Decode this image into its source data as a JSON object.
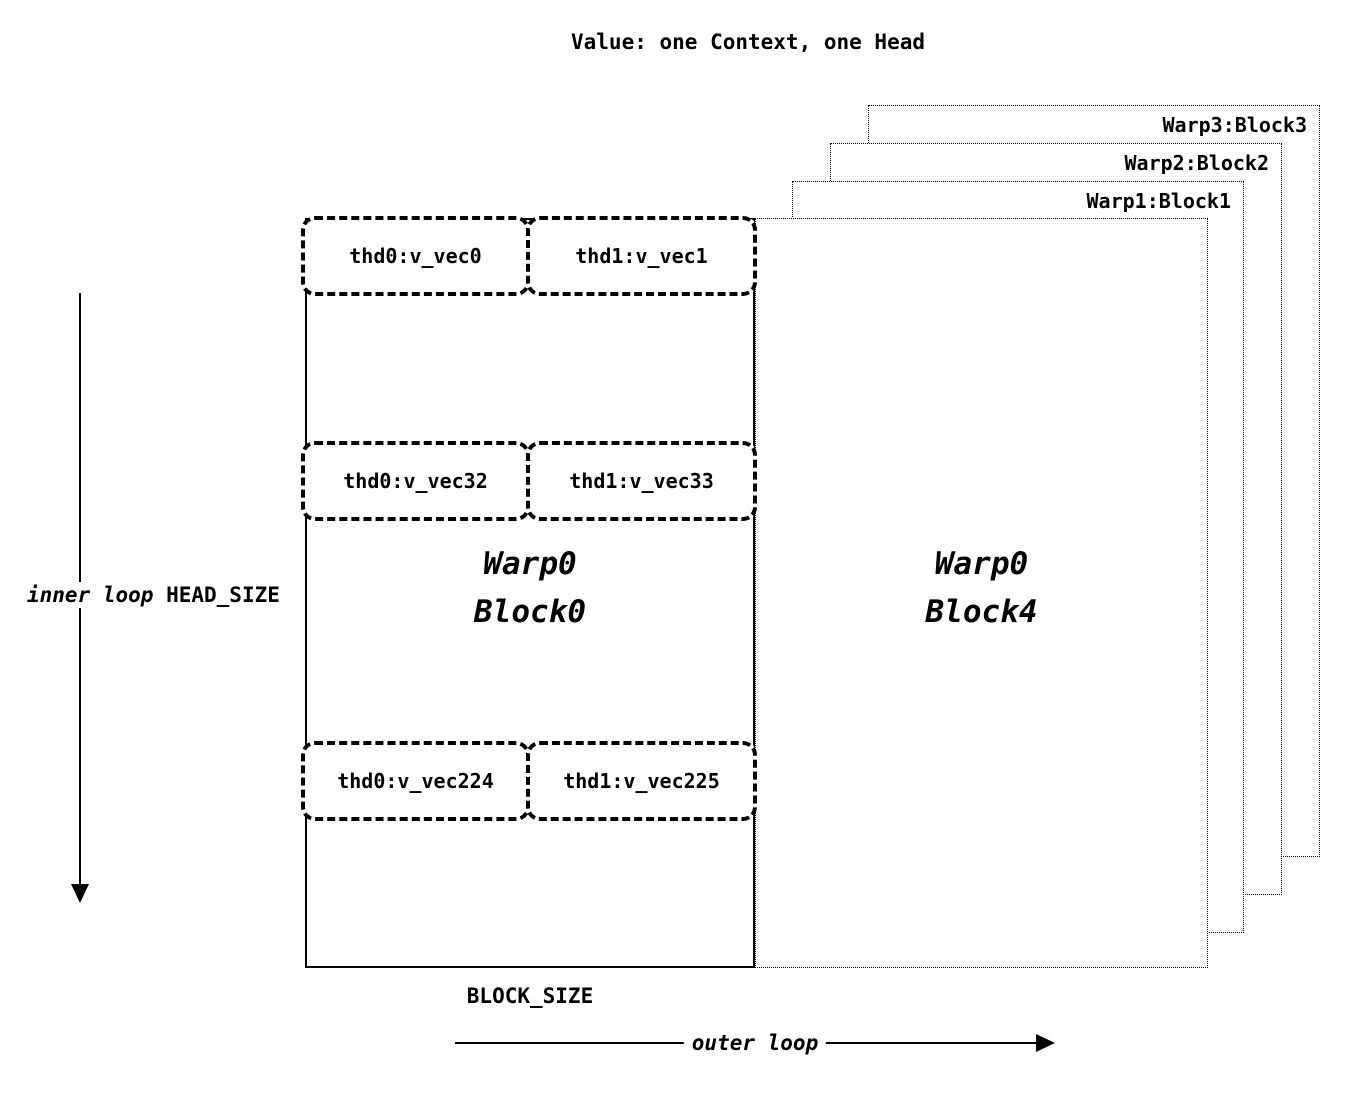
{
  "title": "Value: one Context, one Head",
  "back_blocks": [
    {
      "label": "Warp3:Block3"
    },
    {
      "label": "Warp2:Block2"
    },
    {
      "label": "Warp1:Block1"
    }
  ],
  "front_block": {
    "line1": "Warp0",
    "line2": "Block4"
  },
  "main_block": {
    "line1": "Warp0",
    "line2": "Block0"
  },
  "vec_rows": [
    {
      "left": "thd0:v_vec0",
      "right": "thd1:v_vec1"
    },
    {
      "left": "thd0:v_vec32",
      "right": "thd1:v_vec33"
    },
    {
      "left": "thd0:v_vec224",
      "right": "thd1:v_vec225"
    }
  ],
  "labels": {
    "inner_loop": "inner loop",
    "head_size": "HEAD_SIZE",
    "block_size": "BLOCK_SIZE",
    "outer_loop": "outer loop"
  },
  "colors": {
    "ink": "#000000",
    "background": "#ffffff"
  }
}
